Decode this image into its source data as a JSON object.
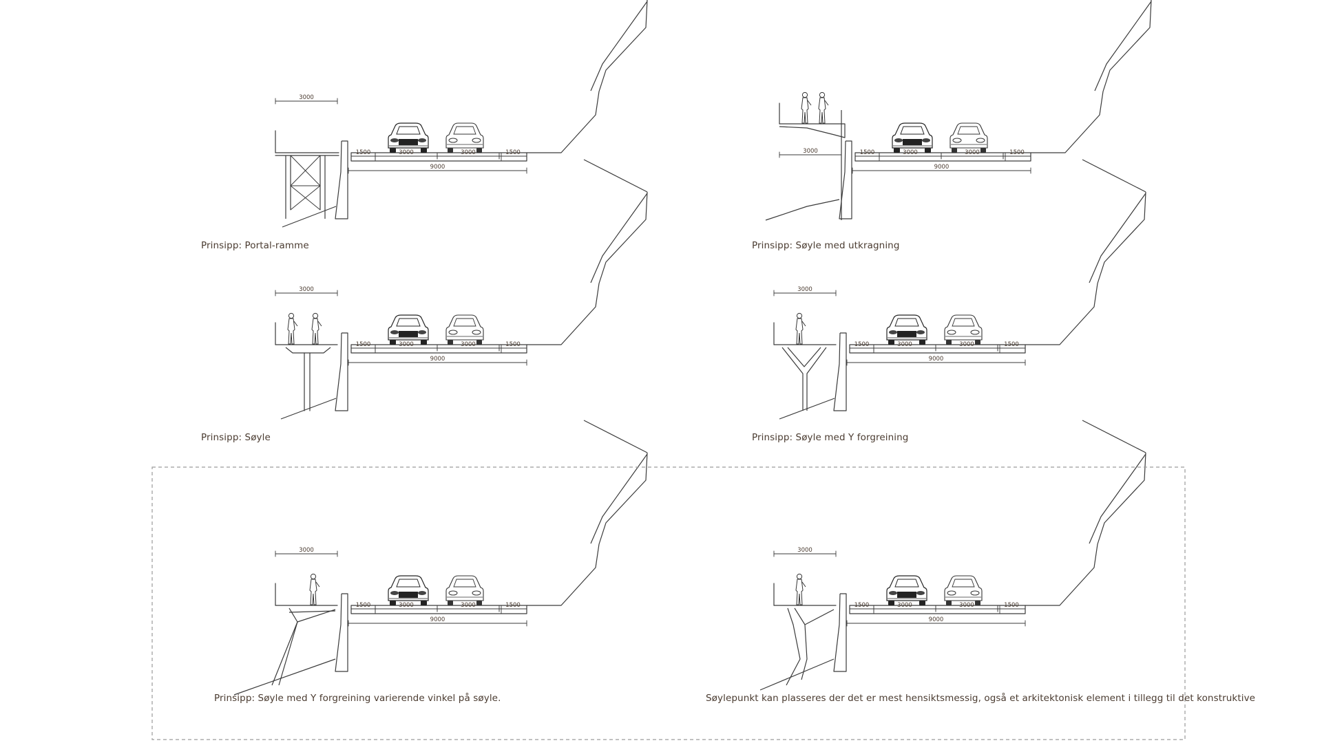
{
  "panels": [
    {
      "id": "portal-ramme",
      "caption": "Prinsipp: Portal-ramme",
      "dims": {
        "walk": "3000",
        "seg1": "1500",
        "seg2": "3000",
        "seg3": "3000",
        "seg4": "1500",
        "total": "9000"
      }
    },
    {
      "id": "soyle-med-utkragning",
      "caption": "Prinsipp: Søyle med utkragning",
      "dims": {
        "walk": "3000",
        "seg1": "1500",
        "seg2": "3000",
        "seg3": "3000",
        "seg4": "1500",
        "total": "9000"
      }
    },
    {
      "id": "soyle",
      "caption": "Prinsipp: Søyle",
      "dims": {
        "walk": "3000",
        "seg1": "1500",
        "seg2": "3000",
        "seg3": "3000",
        "seg4": "1500",
        "total": "9000"
      }
    },
    {
      "id": "soyle-med-y",
      "caption": "Prinsipp: Søyle med Y forgreining",
      "dims": {
        "walk": "3000",
        "seg1": "1500",
        "seg2": "3000",
        "seg3": "3000",
        "seg4": "1500",
        "total": "9000"
      }
    },
    {
      "id": "soyle-med-y-vinkel",
      "caption": "Prinsipp: Søyle med Y forgreining varierende vinkel på søyle.",
      "dims": {
        "walk": "3000",
        "seg1": "1500",
        "seg2": "3000",
        "seg3": "3000",
        "seg4": "1500",
        "total": "9000"
      }
    },
    {
      "id": "soylepunkt",
      "caption": "Søylepunkt kan plasseres der det er mest hensiktsmessig, også et arkitektonisk element i tillegg til det konstruktive",
      "dims": {
        "walk": "3000",
        "seg1": "1500",
        "seg2": "3000",
        "seg3": "3000",
        "seg4": "1500",
        "total": "9000"
      }
    }
  ],
  "colors": {
    "line": "#3a3a3a",
    "text": "#4a3b30",
    "frame": "#9a9a9a"
  }
}
